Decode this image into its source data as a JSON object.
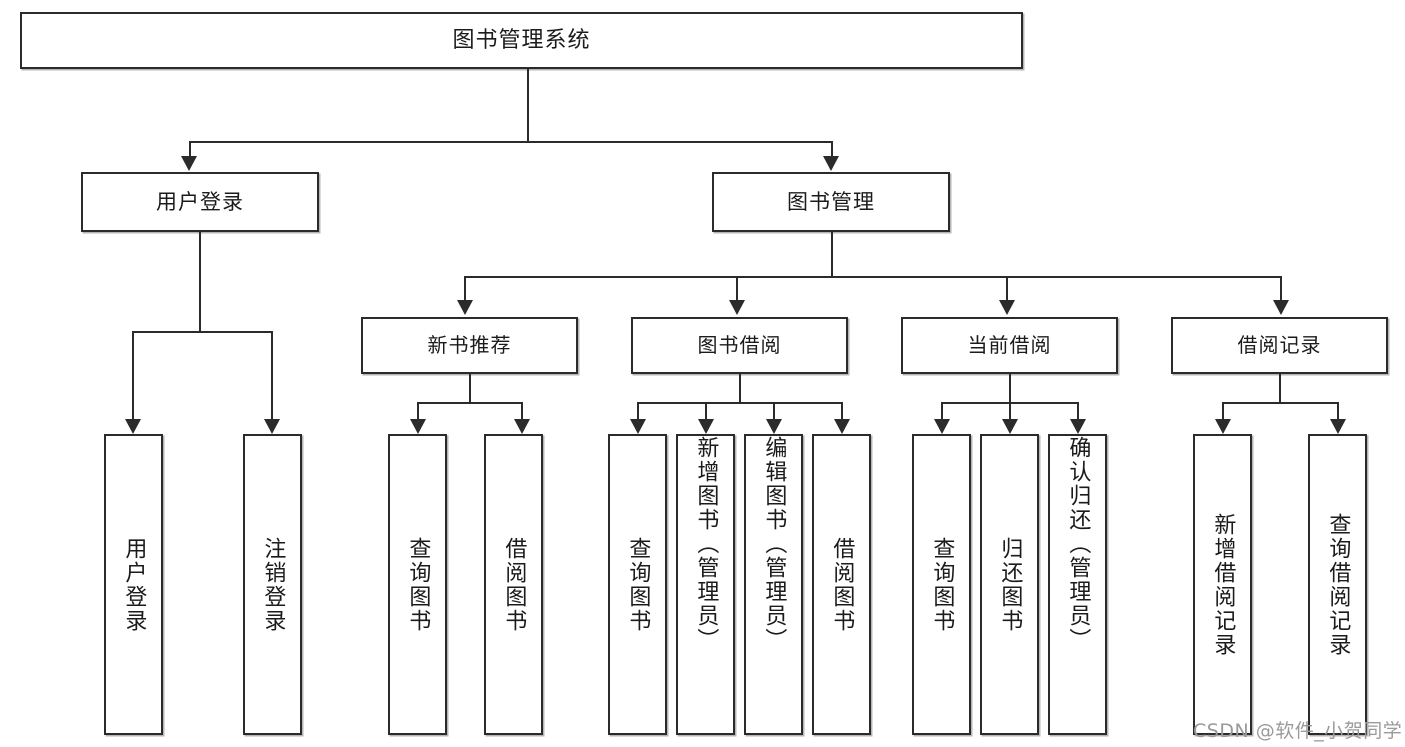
{
  "diagram": {
    "title": "图书管理系统",
    "type": "tree-hierarchy",
    "nodes": {
      "root": {
        "label": "图书管理系统"
      },
      "level2": [
        {
          "id": "user-login",
          "label": "用户登录"
        },
        {
          "id": "book-management",
          "label": "图书管理"
        }
      ],
      "level3": [
        {
          "id": "new-book-recommend",
          "label": "新书推荐"
        },
        {
          "id": "book-borrow",
          "label": "图书借阅"
        },
        {
          "id": "current-borrow",
          "label": "当前借阅"
        },
        {
          "id": "borrow-record",
          "label": "借阅记录"
        }
      ],
      "leaves": {
        "user-login": [
          {
            "id": "leaf-user-login",
            "label": "用户登录"
          },
          {
            "id": "leaf-logout",
            "label": "注销登录"
          }
        ],
        "new-book-recommend": [
          {
            "id": "leaf-query-book-1",
            "label": "查询图书"
          },
          {
            "id": "leaf-borrow-book-1",
            "label": "借阅图书"
          }
        ],
        "book-borrow": [
          {
            "id": "leaf-query-book-2",
            "label": "查询图书"
          },
          {
            "id": "leaf-add-book",
            "label": "新增图书（管理员）"
          },
          {
            "id": "leaf-edit-book",
            "label": "编辑图书（管理员）"
          },
          {
            "id": "leaf-borrow-book-2",
            "label": "借阅图书"
          }
        ],
        "current-borrow": [
          {
            "id": "leaf-query-book-3",
            "label": "查询图书"
          },
          {
            "id": "leaf-return-book",
            "label": "归还图书"
          },
          {
            "id": "leaf-confirm-return",
            "label": "确认归还（管理员）"
          }
        ],
        "borrow-record": [
          {
            "id": "leaf-add-record",
            "label": "新增借阅记录"
          },
          {
            "id": "leaf-query-record",
            "label": "查询借阅记录"
          }
        ]
      }
    },
    "watermark": "CSDN @软件_小贺同学",
    "colors": {
      "stroke": "#2b2b2b",
      "fill": "#ffffff",
      "text": "#1b1b1b",
      "watermark": "#9a9a9a"
    }
  }
}
